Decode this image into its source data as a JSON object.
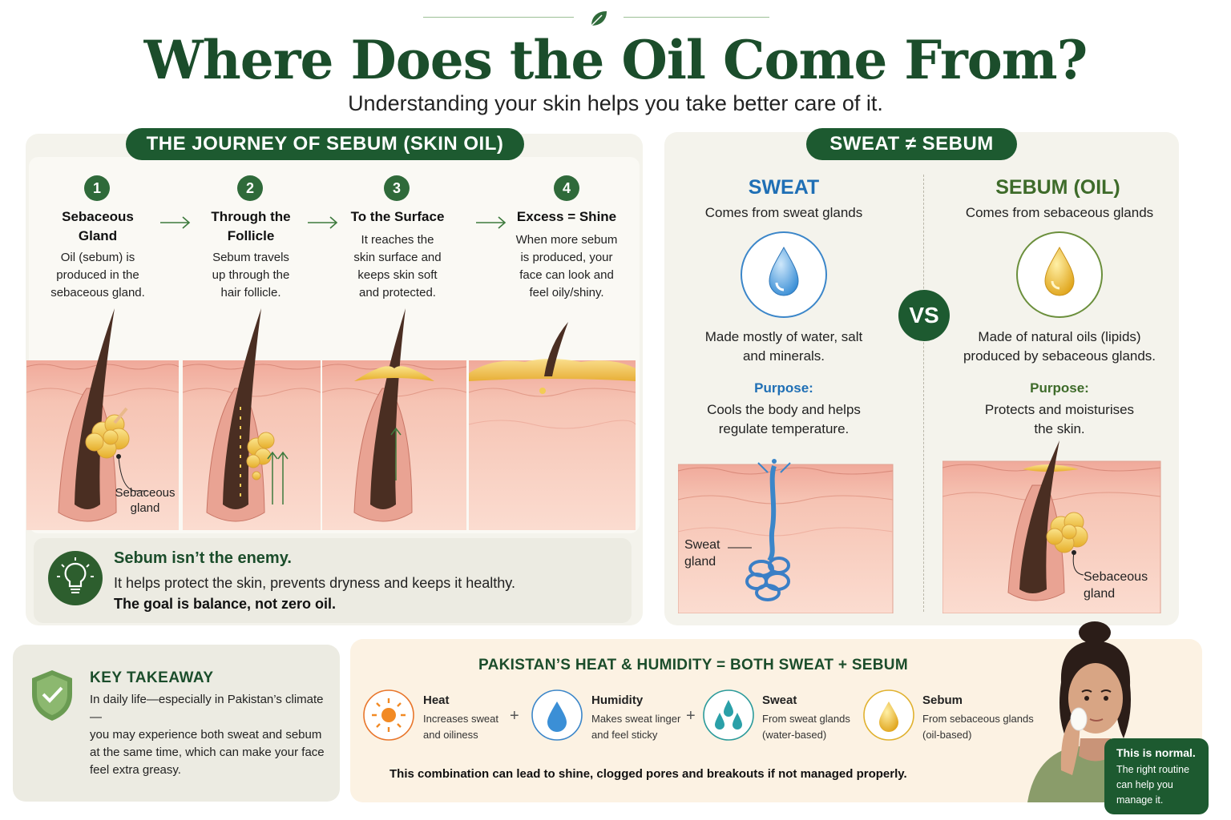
{
  "header": {
    "title": "Where Does the Oil Come From?",
    "subtitle": "Understanding your skin helps you take better care of it."
  },
  "journey": {
    "heading": "THE JOURNEY OF SEBUM (SKIN OIL)",
    "steps": [
      {
        "num": "1",
        "title_l1": "Sebaceous",
        "title_l2": "Gland",
        "desc": [
          "Oil (sebum) is",
          "produced in the",
          "sebaceous gland."
        ]
      },
      {
        "num": "2",
        "title_l1": "Through the",
        "title_l2": "Follicle",
        "desc": [
          "Sebum travels",
          "up through the",
          "hair follicle."
        ]
      },
      {
        "num": "3",
        "title_l1": "To the Surface",
        "title_l2": "",
        "desc": [
          "It reaches the",
          "skin surface and",
          "keeps skin soft",
          "and protected."
        ]
      },
      {
        "num": "4",
        "title_l1": "Excess = Shine",
        "title_l2": "",
        "desc": [
          "When more sebum",
          "is produced, your",
          "face can look and",
          "feel oily/shiny."
        ]
      }
    ],
    "gland_label_l1": "Sebaceous",
    "gland_label_l2": "gland",
    "callout": {
      "title": "Sebum isn’t the enemy.",
      "text": "It helps protect the skin, prevents dryness and keeps it healthy.",
      "bold": "The goal is balance, not zero oil.",
      "icon": "lightbulb-icon"
    }
  },
  "versus": {
    "heading": "SWEAT ≠ SEBUM",
    "vs": "VS",
    "sweat": {
      "title": "SWEAT",
      "source": "Comes from sweat glands",
      "made_l1": "Made mostly of water, salt",
      "made_l2": "and minerals.",
      "purpose_label": "Purpose:",
      "purpose_l1": "Cools the body and helps",
      "purpose_l2": "regulate temperature.",
      "gland_l1": "Sweat",
      "gland_l2": "gland",
      "color": "#1f6fb5"
    },
    "sebum": {
      "title": "SEBUM (OIL)",
      "source": "Comes from sebaceous glands",
      "made_l1": "Made of natural oils (lipids)",
      "made_l2": "produced by sebaceous glands.",
      "purpose_label": "Purpose:",
      "purpose_l1": "Protects and moisturises",
      "purpose_l2": "the skin.",
      "gland_l1": "Sebaceous",
      "gland_l2": "gland",
      "color": "#3e6b2a"
    }
  },
  "key_takeaway": {
    "title": "KEY TAKEAWAY",
    "lines": [
      "In daily life—especially in Pakistan’s climate—",
      "you may experience both sweat and sebum",
      "at the same time, which can make your face",
      "feel extra greasy."
    ],
    "icon": "shield-check-icon"
  },
  "climate": {
    "title": "PAKISTAN’S HEAT & HUMIDITY = BOTH SWEAT + SEBUM",
    "factors": [
      {
        "name": "Heat",
        "d1": "Increases sweat",
        "d2": "and oiliness",
        "icon": "sun-icon"
      },
      {
        "name": "Humidity",
        "d1": "Makes sweat linger",
        "d2": "and feel sticky",
        "icon": "water-drop-icon"
      },
      {
        "name": "Sweat",
        "d1": "From sweat glands",
        "d2": "(water-based)",
        "icon": "sweat-drops-icon"
      },
      {
        "name": "Sebum",
        "d1": "From sebaceous glands",
        "d2": "(oil-based)",
        "icon": "oil-drop-icon"
      }
    ],
    "plus": "+",
    "footer": "This combination can lead to shine, clogged pores and breakouts if not managed properly.",
    "note": {
      "bold": "This is normal.",
      "lines": [
        "The right routine",
        "can help you",
        "manage it."
      ]
    }
  },
  "colors": {
    "brand_green": "#1d5a30",
    "sweat_blue": "#1f6fb5",
    "sebum_gold": "#e0b12e",
    "skin_pink": "#f6c4b4"
  }
}
